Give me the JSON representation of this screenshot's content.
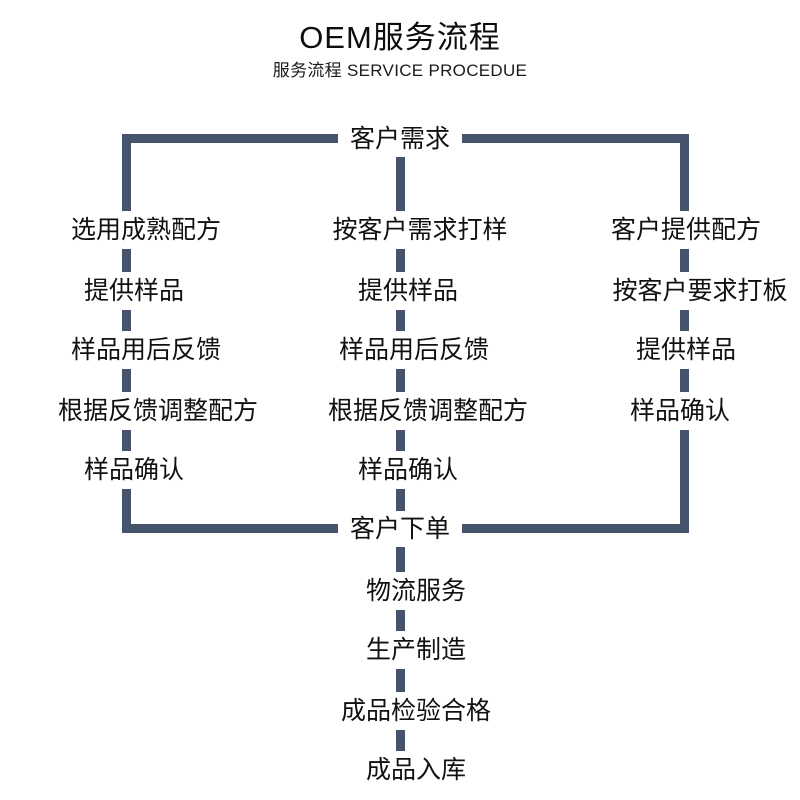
{
  "header": {
    "title": "OEM服务流程",
    "subtitle": "服务流程 SERVICE PROCEDUE"
  },
  "colors": {
    "line": "#46536d",
    "text": "#111111",
    "background": "#ffffff"
  },
  "flow": {
    "start_node": "客户需求",
    "join_node": "客户下单",
    "branches": [
      {
        "name": "mature-formula-branch",
        "steps": [
          "选用成熟配方",
          "提供样品",
          "样品用后反馈",
          "根据反馈调整配方",
          "样品确认"
        ]
      },
      {
        "name": "customer-demand-sampling-branch",
        "steps": [
          "按客户需求打样",
          "提供样品",
          "样品用后反馈",
          "根据反馈调整配方",
          "样品确认"
        ]
      },
      {
        "name": "customer-supplied-formula-branch",
        "steps": [
          "客户提供配方",
          "按客户要求打板",
          "提供样品",
          "样品确认"
        ]
      }
    ],
    "tail_steps": [
      "物流服务",
      "生产制造",
      "成品检验合格",
      "成品入库"
    ]
  }
}
